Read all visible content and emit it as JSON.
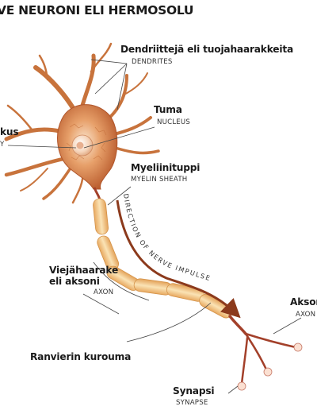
{
  "title": "VE NEURONI ELI HERMOSOLU",
  "labels": {
    "dendrites": {
      "fi": "Dendriittejä eli tuojahaarakkeita",
      "en": "DENDRITES"
    },
    "nucleus": {
      "fi": "Tuma",
      "en": "NUCLEUS"
    },
    "nucleolus_cut": {
      "fi": "kus",
      "en": "Y"
    },
    "myelin": {
      "fi": "Myeliinituppi",
      "en": "MYELIN SHEATH"
    },
    "axon": {
      "fi_line1": "Viejähaarake",
      "fi_line2": "eli aksoni",
      "en": "AXON"
    },
    "axon_terminal_cut": {
      "fi": "Akson",
      "en": "AXON"
    },
    "ranvier": {
      "fi": "Ranvierin kurouma"
    },
    "synapse": {
      "fi": "Synapsi",
      "en": "SYNAPSE"
    },
    "direction": "DIRECTION OF NERVE IMPULSE"
  },
  "colors": {
    "cell_body": "#d98a52",
    "dendrite": "#c8733c",
    "myelin": "#f0c27a",
    "axon": "#a3402a",
    "arrow": "#8c3a1c",
    "leader": "#444444"
  }
}
